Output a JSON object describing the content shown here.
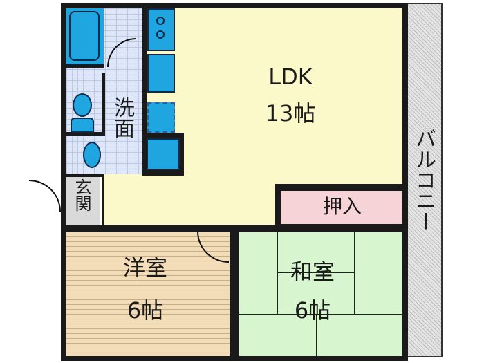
{
  "rooms": {
    "ldk": {
      "name": "LDK",
      "size": "13帖"
    },
    "western": {
      "name": "洋室",
      "size": "6帖"
    },
    "japanese": {
      "name": "和室",
      "size": "6帖"
    },
    "closet": {
      "name": "押入"
    },
    "washroom": {
      "name": "洗面"
    },
    "entrance": {
      "name": "玄関"
    },
    "balcony": {
      "name": "バルコニー"
    }
  },
  "colors": {
    "ldk": "#fbf8c9",
    "western": "#f3dcb8",
    "japanese": "#d7f6cf",
    "closet": "#f6d3d6",
    "fixtures": "#1fa6e0",
    "balcony": "#e2e2e2"
  }
}
